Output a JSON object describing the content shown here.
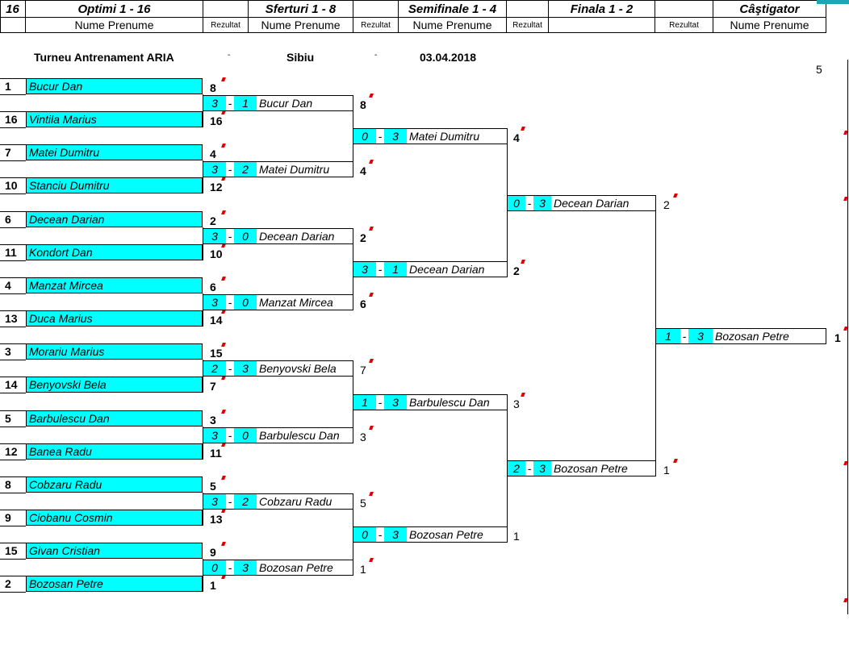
{
  "header": {
    "draw_size": "16",
    "columns": [
      {
        "title": "Optimi 1 - 16"
      },
      {
        "title": "Sferturi 1 - 8"
      },
      {
        "title": "Semifinale 1 - 4"
      },
      {
        "title": "Finala 1 - 2"
      },
      {
        "title": "Câştigator"
      }
    ],
    "sub_name": "Nume Prenume",
    "sub_result": "Rezultat"
  },
  "tournament": {
    "name": "Turneu Antrenament ARIA",
    "sep1": "-",
    "city": "Sibiu",
    "sep2": "-",
    "date": "03.04.2018",
    "corner_number": "5"
  },
  "round16": [
    {
      "seed": "1",
      "name": "Bucur Dan",
      "rank": "8"
    },
    {
      "seed": "16",
      "name": "Vintila Marius",
      "rank": "16"
    },
    {
      "seed": "7",
      "name": "Matei Dumitru",
      "rank": "4"
    },
    {
      "seed": "10",
      "name": "Stanciu Dumitru",
      "rank": "12"
    },
    {
      "seed": "6",
      "name": "Decean Darian",
      "rank": "2"
    },
    {
      "seed": "11",
      "name": "Kondort Dan",
      "rank": "10"
    },
    {
      "seed": "4",
      "name": "Manzat Mircea",
      "rank": "6"
    },
    {
      "seed": "13",
      "name": "Duca Marius",
      "rank": "14"
    },
    {
      "seed": "3",
      "name": "Morariu Marius",
      "rank": "15"
    },
    {
      "seed": "14",
      "name": "Benyovski Bela",
      "rank": "7"
    },
    {
      "seed": "5",
      "name": "Barbulescu Dan",
      "rank": "3"
    },
    {
      "seed": "12",
      "name": "Banea Radu",
      "rank": "11"
    },
    {
      "seed": "8",
      "name": "Cobzaru Radu",
      "rank": "5"
    },
    {
      "seed": "9",
      "name": "Ciobanu Cosmin",
      "rank": "13"
    },
    {
      "seed": "15",
      "name": "Givan Cristian",
      "rank": "9"
    },
    {
      "seed": "2",
      "name": "Bozosan Petre",
      "rank": "1"
    }
  ],
  "quarterfinals": [
    {
      "s1": "3",
      "s2": "1",
      "name": "Bucur Dan",
      "rank": "8"
    },
    {
      "s1": "3",
      "s2": "2",
      "name": "Matei Dumitru",
      "rank": "4"
    },
    {
      "s1": "3",
      "s2": "0",
      "name": "Decean Darian",
      "rank": "2"
    },
    {
      "s1": "3",
      "s2": "0",
      "name": "Manzat Mircea",
      "rank": "6"
    },
    {
      "s1": "2",
      "s2": "3",
      "name": "Benyovski Bela",
      "rank": "7"
    },
    {
      "s1": "3",
      "s2": "0",
      "name": "Barbulescu Dan",
      "rank": "3"
    },
    {
      "s1": "3",
      "s2": "2",
      "name": "Cobzaru Radu",
      "rank": "5"
    },
    {
      "s1": "0",
      "s2": "3",
      "name": "Bozosan Petre",
      "rank": "1"
    }
  ],
  "semifinals": [
    {
      "s1": "0",
      "s2": "3",
      "name": "Matei Dumitru",
      "rank": "4"
    },
    {
      "s1": "3",
      "s2": "1",
      "name": "Decean Darian",
      "rank": "2"
    },
    {
      "s1": "1",
      "s2": "3",
      "name": "Barbulescu Dan",
      "rank": "3"
    },
    {
      "s1": "0",
      "s2": "3",
      "name": "Bozosan Petre",
      "rank": "1"
    }
  ],
  "finals": [
    {
      "s1": "0",
      "s2": "3",
      "name": "Decean Darian",
      "rank": "2"
    },
    {
      "s1": "2",
      "s2": "3",
      "name": "Bozosan Petre",
      "rank": "1"
    }
  ],
  "winner": {
    "s1": "1",
    "s2": "3",
    "name": "Bozosan Petre",
    "rank": "1"
  },
  "colors": {
    "cell_fill": "#00ffff",
    "tick": "#e00000",
    "accent": "#1aa6b6"
  }
}
